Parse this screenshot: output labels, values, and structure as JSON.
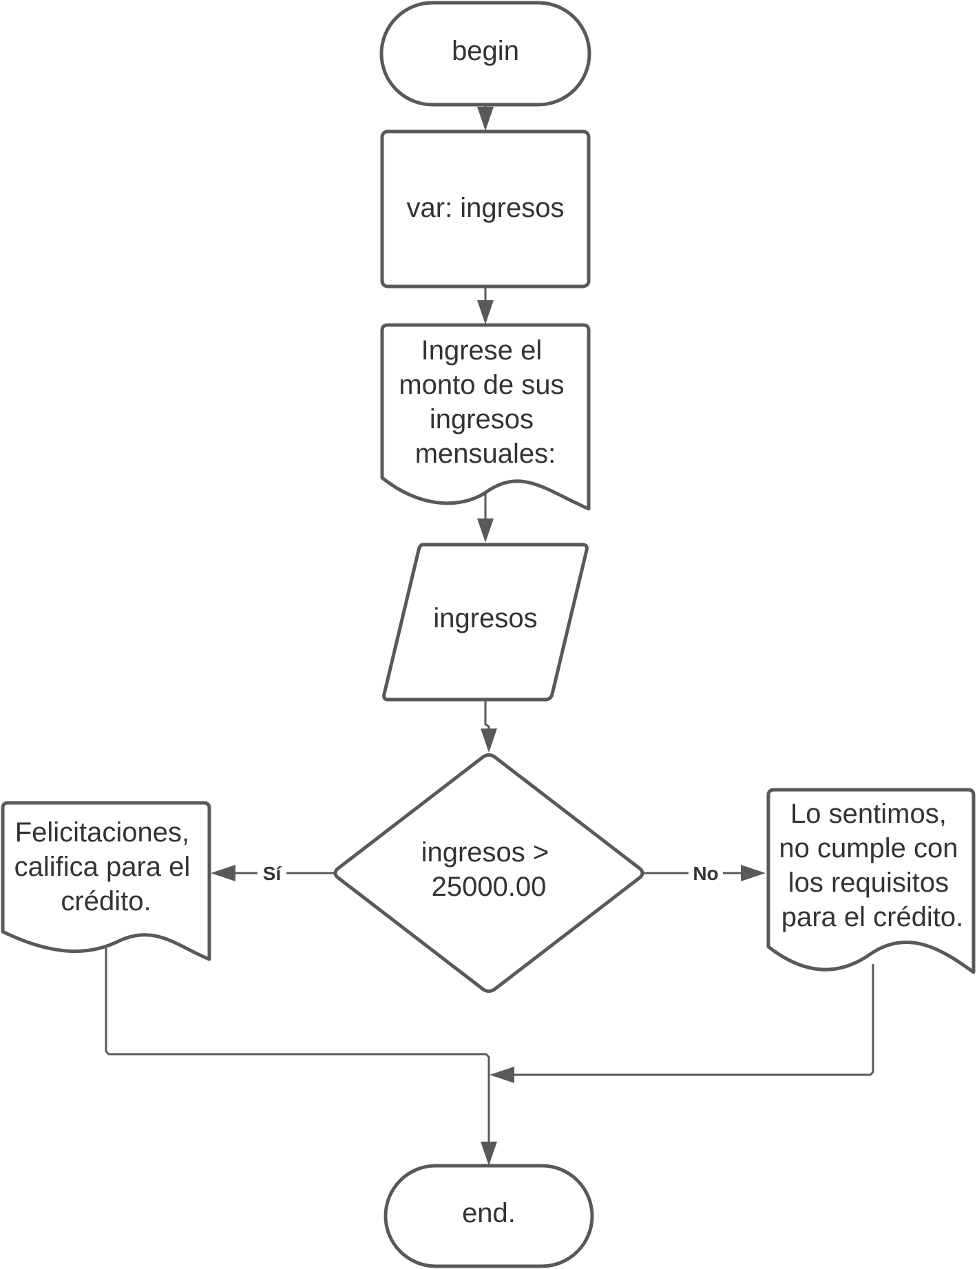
{
  "nodes": {
    "begin": {
      "shape": "terminator",
      "lines": [
        "begin"
      ]
    },
    "declare": {
      "shape": "process",
      "lines": [
        "var: ingresos"
      ]
    },
    "prompt": {
      "shape": "document",
      "lines": [
        "Ingrese el",
        "monto de sus",
        "ingresos",
        "mensuales:"
      ]
    },
    "input": {
      "shape": "data",
      "lines": [
        "ingresos"
      ]
    },
    "decision": {
      "shape": "decision",
      "lines": [
        "ingresos >",
        "25000.00"
      ]
    },
    "yes_output": {
      "shape": "document",
      "lines": [
        "Felicitaciones,",
        "califica para el",
        "crédito."
      ]
    },
    "no_output": {
      "shape": "document",
      "lines": [
        "Lo sentimos,",
        "no cumple con",
        "los requisitos",
        "para el crédito."
      ]
    },
    "end": {
      "shape": "terminator",
      "lines": [
        "end."
      ]
    }
  },
  "edges": {
    "yes": {
      "from": "decision",
      "to": "yes_output",
      "label": "Sí"
    },
    "no": {
      "from": "decision",
      "to": "no_output",
      "label": "No"
    }
  },
  "colors": {
    "stroke": "#595959",
    "text": "#333333",
    "background": "#ffffff"
  }
}
